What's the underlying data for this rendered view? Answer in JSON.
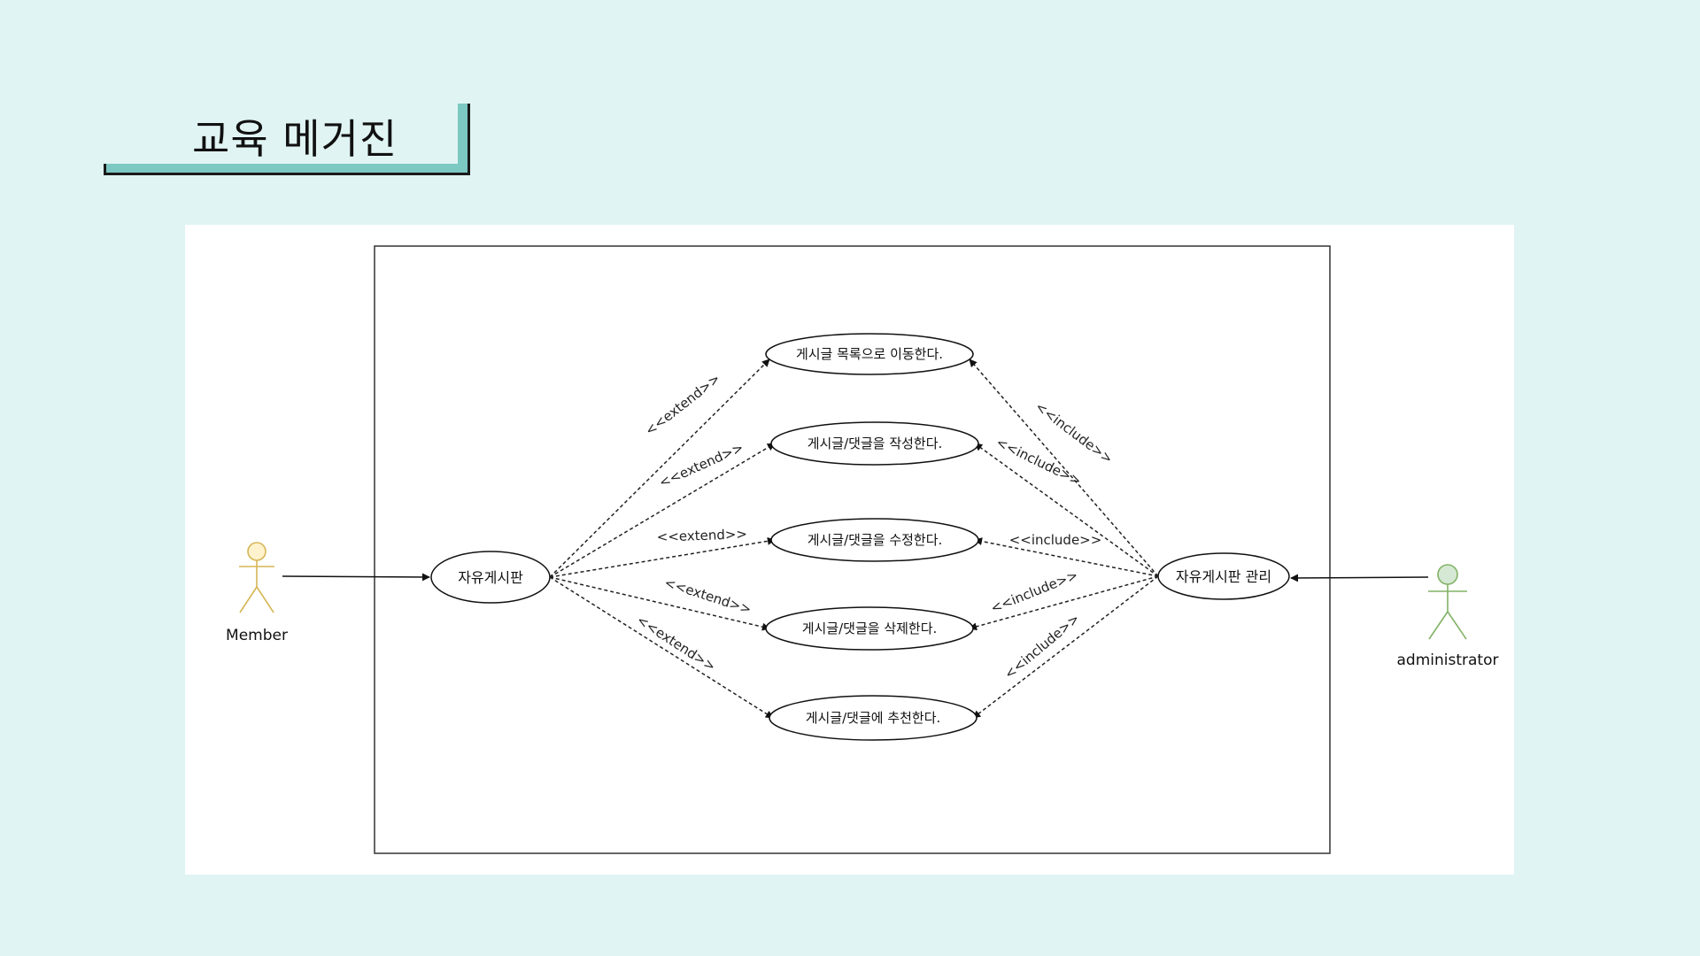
{
  "page": {
    "title": "교육 메거진"
  },
  "diagram": {
    "actors": {
      "member": "Member",
      "admin": "administrator"
    },
    "hubs": {
      "member_usecase": "자유게시판",
      "admin_usecase": "자유게시판 관리"
    },
    "usecases": [
      "게시글 목록으로 이동한다.",
      "게시글/댓글을 작성한다.",
      "게시글/댓글을 수정한다.",
      "게시글/댓글을 삭제한다.",
      "게시글/댓글에 추천한다."
    ],
    "extend_label": "<<extend>>",
    "include_label": "<<include>>"
  },
  "colors": {
    "background": "#e0f4f3",
    "accent": "#7cc8c3",
    "member_actor": "#d6b656",
    "member_actor_fill": "#fff2cc",
    "admin_actor": "#82b366",
    "admin_actor_fill": "#d5e8d4"
  }
}
